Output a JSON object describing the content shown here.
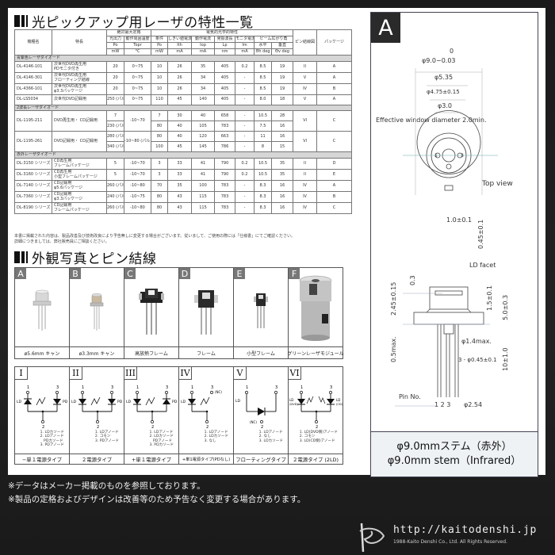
{
  "spec_section": {
    "title": "光ピックアップ用レーザの特性一覧",
    "header": {
      "model": "機種名",
      "feature": "特長",
      "abs_max": "絶対最大定格",
      "electro_optical": "電気的光学的特性",
      "beam_angle": "ビーム広がり角",
      "pin_conn": "ピン結線図",
      "package": "パッケージ",
      "cols": [
        {
          "jp": "光出力",
          "sym": "Po",
          "unit": "mW"
        },
        {
          "jp": "動作周囲温度",
          "sym": "Topr",
          "unit": "°C"
        },
        {
          "jp": "条件",
          "sym": "Po",
          "unit": "mW"
        },
        {
          "jp": "しきい値電流",
          "sym": "Ith",
          "unit": "mA"
        },
        {
          "jp": "動作電流",
          "sym": "Iop",
          "unit": "mA"
        },
        {
          "jp": "発振波長",
          "sym": "Lp",
          "unit": "nm"
        },
        {
          "jp": "モニタ電流",
          "sym": "Im",
          "unit": "mA"
        },
        {
          "jp": "水平",
          "sym": "Θh",
          "unit": "deg"
        },
        {
          "jp": "垂直",
          "sym": "Θv",
          "unit": "deg"
        }
      ]
    },
    "groups": [
      {
        "name": "青紫色レーザダイオード",
        "rows": [
          {
            "model": "DL-4146-101",
            "feature": [
              "次世代DVD再生用",
              "PDモニタ付き"
            ],
            "po": "20",
            "topr": "0~75",
            "cond": "10",
            "ith": "26",
            "iop": "35",
            "lp": "405",
            "im": "0.2",
            "th": "8.5",
            "tv": "19",
            "pin": "II",
            "pkg": "A"
          },
          {
            "model": "DL-4146-301",
            "feature": [
              "次世代DVD再生用",
              "フローティング結線"
            ],
            "po": "20",
            "topr": "0~75",
            "cond": "10",
            "ith": "26",
            "iop": "34",
            "lp": "405",
            "im": "-",
            "th": "8.5",
            "tv": "19",
            "pin": "V",
            "pkg": "A"
          },
          {
            "model": "DL-4366-101",
            "feature": [
              "次世代DVD再生用",
              "φ3.3パッケージ"
            ],
            "po": "20",
            "topr": "0~75",
            "cond": "10",
            "ith": "26",
            "iop": "34",
            "lp": "405",
            "im": "-",
            "th": "8.5",
            "tv": "19",
            "pin": "IV",
            "pkg": "B"
          },
          {
            "model": "DL-LS5034",
            "feature": [
              "次世代DVD記録用"
            ],
            "po": "250 (パルス)",
            "topr": "0~75",
            "cond": "110",
            "ith": "45",
            "iop": "140",
            "lp": "405",
            "im": "-",
            "th": "8.0",
            "tv": "18",
            "pin": "V",
            "pkg": "A"
          }
        ]
      },
      {
        "name": "2波長レーザダイオード",
        "rows": [
          {
            "model": "DL-1195-211",
            "feature": [
              "DVD再生用・",
              "CD記録用"
            ],
            "sub": [
              {
                "po": "7",
                "cond": "7",
                "ith": "30",
                "iop": "40",
                "lp": "658",
                "im": "-",
                "th": "10.5",
                "tv": "28"
              },
              {
                "po": "230 (パルス)",
                "cond": "80",
                "ith": "40",
                "iop": "105",
                "lp": "783",
                "im": "-",
                "th": "7.5",
                "tv": "16"
              }
            ],
            "topr": "-10~70",
            "pin": "VI",
            "pkg": "C"
          },
          {
            "model": "DL-1195-261",
            "feature": [
              "DVD記録用・",
              "CD記録用"
            ],
            "sub": [
              {
                "po": "280 (パルス)",
                "cond": "80",
                "ith": "40",
                "iop": "120",
                "lp": "663",
                "im": "-",
                "th": "11",
                "tv": "16"
              },
              {
                "po": "340 (パルス)",
                "cond": "100",
                "ith": "45",
                "iop": "145",
                "lp": "786",
                "im": "-",
                "th": "8",
                "tv": "15"
              }
            ],
            "topr": "-10~80 (パルス)",
            "pin": "VI",
            "pkg": "C"
          }
        ]
      },
      {
        "name": "赤外レーザダイオード",
        "rows": [
          {
            "model": "DL-3150 シリーズ",
            "feature": [
              "CD再生用",
              "フレームパッケージ"
            ],
            "po": "5",
            "topr": "-10~70",
            "cond": "3",
            "ith": "33",
            "iop": "41",
            "lp": "790",
            "im": "0.2",
            "th": "10.5",
            "tv": "35",
            "pin": "II",
            "pkg": "D"
          },
          {
            "model": "DL-3160 シリーズ",
            "feature": [
              "CD再生用",
              "小型フレームパッケージ"
            ],
            "po": "5",
            "topr": "-10~70",
            "cond": "3",
            "ith": "33",
            "iop": "41",
            "lp": "790",
            "im": "0.2",
            "th": "10.5",
            "tv": "35",
            "pin": "II",
            "pkg": "E"
          },
          {
            "model": "DL-7140 シリーズ",
            "feature": [
              "CD記録用",
              "φ5.6パッケージ"
            ],
            "po": "260 (パルス)",
            "topr": "-10~80",
            "cond": "70",
            "ith": "35",
            "iop": "100",
            "lp": "783",
            "im": "-",
            "th": "8.3",
            "tv": "16",
            "pin": "IV",
            "pkg": "A"
          },
          {
            "model": "DL-7360 シリーズ",
            "feature": [
              "CD記録用",
              "φ3.3パッケージ"
            ],
            "po": "240 (パルス)",
            "topr": "-10~75",
            "cond": "80",
            "ith": "43",
            "iop": "115",
            "lp": "783",
            "im": "-",
            "th": "8.3",
            "tv": "16",
            "pin": "IV",
            "pkg": "B"
          },
          {
            "model": "DL-8190 シリーズ",
            "feature": [
              "CD記録用",
              "フレームパッケージ"
            ],
            "po": "260 (パルス)",
            "topr": "-10~80",
            "cond": "80",
            "ith": "43",
            "iop": "115",
            "lp": "783",
            "im": "-",
            "th": "8.3",
            "tv": "16",
            "pin": "IV",
            "pkg": "C"
          }
        ]
      }
    ],
    "notes": [
      "本書に掲載された内容は、製品改善及び技術改良により予告無しに変更する場合がございます。従いまして、ご使用の際には「仕様書」にてご確認ください。",
      "詳細につきましては、弊社販売員にご相談ください。"
    ]
  },
  "appearance_section": {
    "title": "外観写真とピン結線",
    "packages": [
      {
        "tag": "A",
        "caption": "ø5.6mm キャン"
      },
      {
        "tag": "B",
        "caption": "ø3.3mm キャン"
      },
      {
        "tag": "C",
        "caption": "高放熱フレーム"
      },
      {
        "tag": "D",
        "caption": "フレーム"
      },
      {
        "tag": "E",
        "caption": "小型フレーム"
      },
      {
        "tag": "F",
        "caption": "グリーンレーザモジュール"
      }
    ],
    "pin_diagrams": [
      {
        "roman": "I",
        "legend": "1. LDカソード\n2. LDアノード\n   PDカソード\n3. PDアノード",
        "caption": "−単１電源タイプ"
      },
      {
        "roman": "II",
        "legend": "1. LDアノード\n2. コモン\n3. PDアノード",
        "caption": "２電源タイプ"
      },
      {
        "roman": "III",
        "legend": "1. LDアノード\n2. LDカソード\n   PDアノード\n3. PDカソード",
        "caption": "+単１電源タイプ"
      },
      {
        "roman": "IV",
        "legend": "1. LDアノード\n2. LDカソード\n3. なし",
        "caption": "+単1電源タイプ(PDなし)"
      },
      {
        "roman": "V",
        "legend": "1. LDアノード\n2. なし\n3. LDカソード",
        "caption": "フローティングタイプ"
      },
      {
        "roman": "VI",
        "legend": "1. LD(DVD側)アノード\n2. コモン\n3. LD(CD側)アノード",
        "caption": "２電源タイプ (2LD)"
      }
    ],
    "pin_labels": {
      "ld": "LD",
      "pd": "PD",
      "nc": "(NC)",
      "dvd": "(DVD)",
      "cd": "(CD)",
      "p1": "1",
      "p2": "2",
      "p3": "3"
    }
  },
  "drawing": {
    "tag": "A",
    "dims": {
      "d_outer_tol": "0",
      "d_outer": "φ9.0−0.03",
      "d_535": "φ5.35",
      "d_475": "φ4.75±0.15",
      "d_30": "φ3.0",
      "window": "Effective window diameter 2.0min.",
      "top_view": "Top view",
      "notch_w": "1.0±0.1",
      "notch_d": "0.45±0.1",
      "ld_facet": "LD facet",
      "d_03": "0.3",
      "d_245": "2.45±0.15",
      "d_15": "1.5±0.1",
      "d_50": "5.0±0.3",
      "d_05": "0.5max.",
      "d_14": "φ1.4max.",
      "d_045": "3 - φ0.45±0.1",
      "d_10": "10±1.0",
      "pin_no": "Pin No.",
      "pin_nums": "1 2 3",
      "pitch": "φ2.54"
    },
    "caption_jp": "φ9.0mmステム（赤外）",
    "caption_en": "φ9.0mm stem（Infrared）"
  },
  "footer": {
    "note1": "※データはメーカー掲載のものを参照しております。",
    "note2": "※製品の定格およびデザインは改善等のため予告なく変更する場合があります。",
    "url": "http://kaitodenshi.jp",
    "copyright": "1988-Kaito Denshi Co., Ltd. All Rights Reserved."
  }
}
